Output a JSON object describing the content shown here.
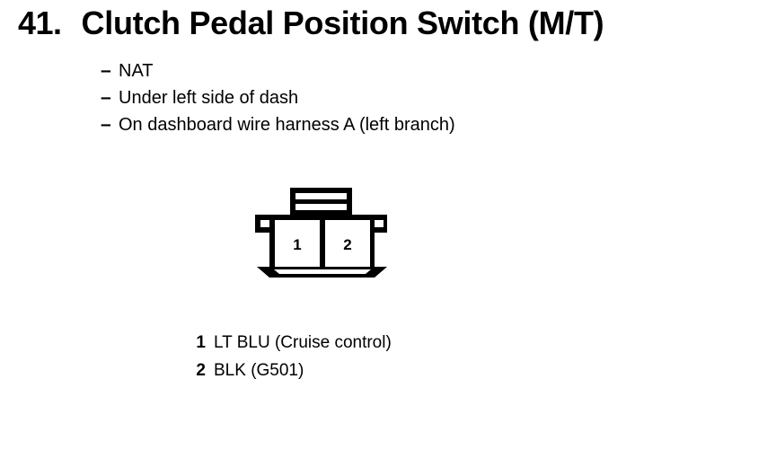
{
  "page": {
    "background_color": "#ffffff",
    "ink_color": "#000000"
  },
  "heading": {
    "number": "41.",
    "title": "Clutch Pedal Position Switch (M/T)"
  },
  "specs": {
    "dash": "–",
    "items": [
      {
        "text": "NAT"
      },
      {
        "text": "Under left side of dash"
      },
      {
        "text": "On dashboard wire harness A (left branch)"
      }
    ]
  },
  "connector": {
    "name": "2-pin connector face view",
    "cavity_count": 2,
    "cavities": [
      {
        "number": "1"
      },
      {
        "number": "2"
      }
    ]
  },
  "legend": {
    "rows": [
      {
        "pin": "1",
        "description": "LT BLU (Cruise control)"
      },
      {
        "pin": "2",
        "description": "BLK (G501)"
      }
    ]
  }
}
